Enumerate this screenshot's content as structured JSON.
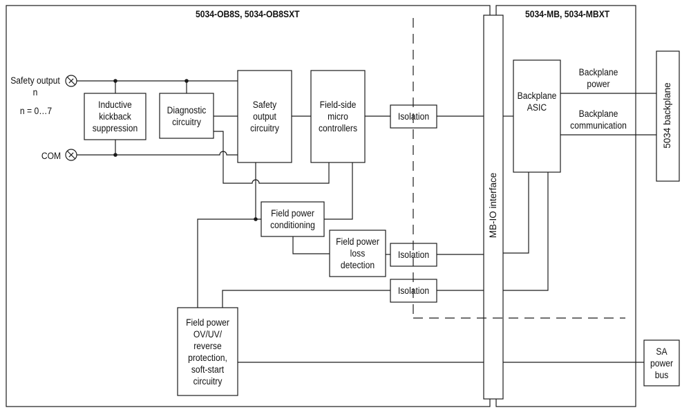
{
  "titles": {
    "left_module": "5034-OB8S, 5034-OB8SXT",
    "right_module": "5034-MB, 5034-MBXT"
  },
  "terminals": {
    "safety_output": "Safety output\nn",
    "n_range": "n = 0…7",
    "com": "COM"
  },
  "blocks": {
    "inductive_kickback": "Inductive\nkickback\nsuppression",
    "diagnostic": "Diagnostic\ncircuitry",
    "safety_output_circuitry": "Safety\noutput\ncircuitry",
    "field_side_micro": "Field-side\nmicro\ncontrollers",
    "isolation_1": "Isolation",
    "isolation_2": "Isolation",
    "isolation_3": "Isolation",
    "field_power_conditioning": "Field power\nconditioning",
    "field_power_loss": "Field power\nloss\ndetection",
    "field_power_protection": "Field power\nOV/UV/\nreverse\nprotection,\nsoft-start\ncircuitry",
    "backplane_asic": "Backplane\nASIC",
    "sa_power_bus": "SA\npower\nbus"
  },
  "labels": {
    "mb_io_interface": "MB-IO interface",
    "backplane_power": "Backplane\npower",
    "backplane_communication": "Backplane\ncommunication",
    "backplane_5034": "5034 backplane"
  }
}
